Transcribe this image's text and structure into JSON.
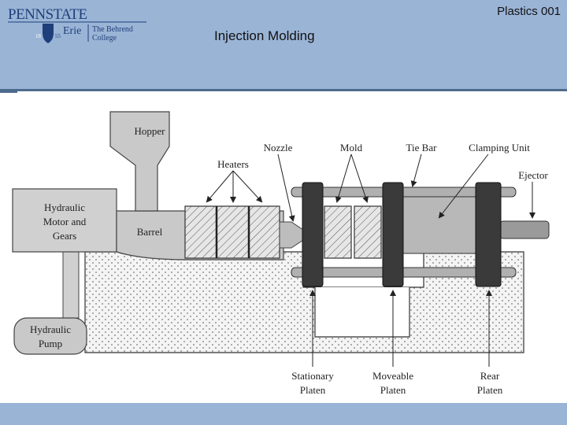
{
  "header": {
    "logo": {
      "wordmark": "PENNSTATE",
      "year_left": "18",
      "year_right": "55",
      "campus": "Erie",
      "college_line1": "The Behrend",
      "college_line2": "College"
    },
    "course": "Plastics 001",
    "title": "Injection Molding"
  },
  "diagram": {
    "labels": {
      "hopper": "Hopper",
      "nozzle": "Nozzle",
      "mold": "Mold",
      "tie_bar": "Tie Bar",
      "clamping_unit": "Clamping Unit",
      "heaters": "Heaters",
      "ejector": "Ejector",
      "hydraulic_motor_1": "Hydraulic",
      "hydraulic_motor_2": "Motor and",
      "hydraulic_motor_3": "Gears",
      "barrel": "Barrel",
      "hydraulic_pump_1": "Hydraulic",
      "hydraulic_pump_2": "Pump",
      "stationary_1": "Stationary",
      "stationary_2": "Platen",
      "moveable_1": "Moveable",
      "moveable_2": "Platen",
      "rear_1": "Rear",
      "rear_2": "Platen"
    }
  },
  "colors": {
    "header_band": "#9ab4d6",
    "header_rule": "#4d6b8c",
    "logo_blue": "#1f3f7a",
    "machine_gray": "#cfcfcf",
    "platen_dark": "#3a3a3a"
  }
}
